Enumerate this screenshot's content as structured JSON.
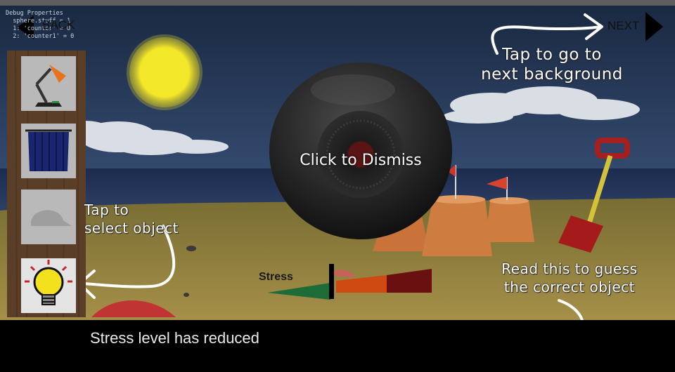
{
  "debug": {
    "lines": [
      "Debug Properties",
      "  sphere.stuff = 1",
      "  1: 'counter' = 0",
      "  2: 'counter1' = 0"
    ]
  },
  "nav": {
    "back_label": "BACK",
    "next_label": "NEXT"
  },
  "hints": {
    "next": [
      "Tap to go to",
      "next background"
    ],
    "select": [
      "Tap to",
      "select object"
    ],
    "read": [
      "Read this to guess",
      "the correct object"
    ]
  },
  "dismiss_label": "Click to Dismiss",
  "inventory": [
    "lamp-icon",
    "curtain-icon",
    "cap-icon",
    "lightbulb-icon"
  ],
  "stress": {
    "label": "Stress"
  },
  "status_text": "Stress level has reduced",
  "colors": {
    "sky": "#1c2b45",
    "sea": "#1a2a49",
    "sand": "#9a8540",
    "sun": "#f2e62a",
    "panel": "#5a3f2a",
    "dismiss": "#1e1e1e"
  }
}
